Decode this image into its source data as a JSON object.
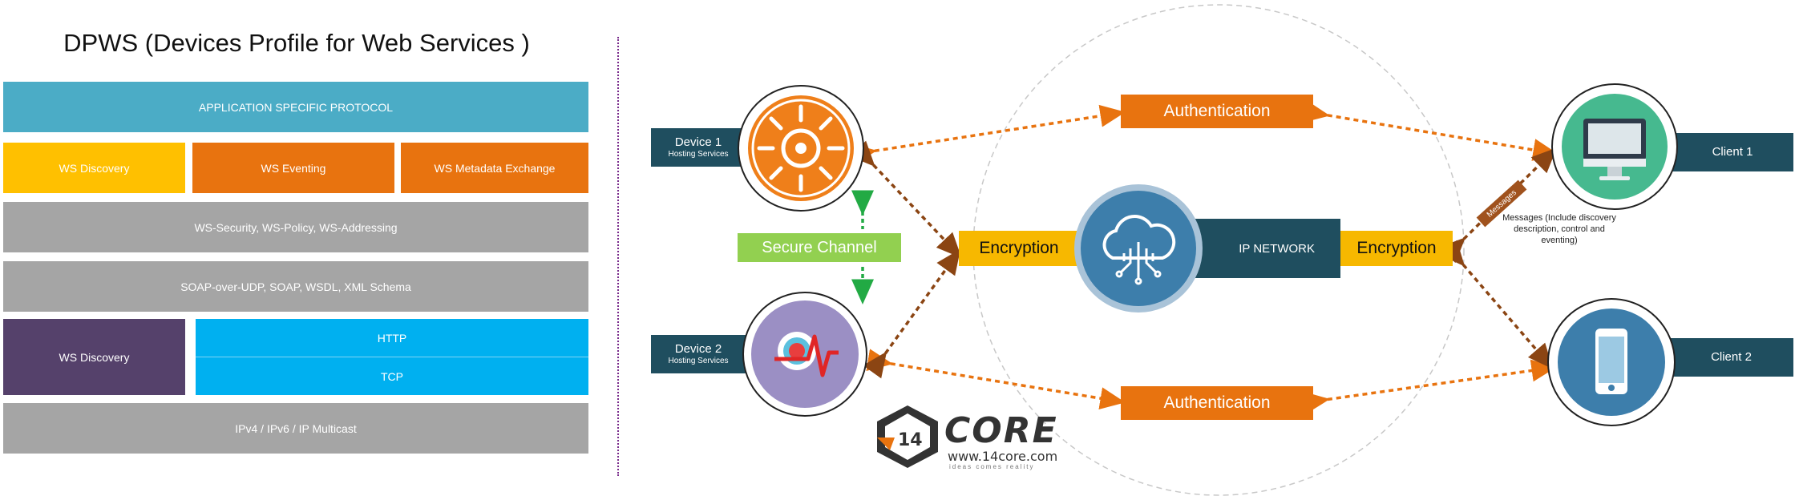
{
  "stack": {
    "title": "DPWS (Devices Profile for Web Services )",
    "rows": {
      "app": "APPLICATION SPECIFIC PROTOCOL",
      "ws_discovery": "WS Discovery",
      "ws_eventing": "WS Eventing",
      "ws_metadata": "WS Metadata Exchange",
      "security": "WS-Security, WS-Policy, WS-Addressing",
      "soap": "SOAP-over-UDP, SOAP, WSDL, XML Schema",
      "ws_discovery_low": "WS Discovery",
      "http": "HTTP",
      "tcp": "TCP",
      "ip": "IPv4 / IPv6 / IP Multicast"
    },
    "colors": {
      "app": "#4bacc6",
      "discovery": "#ffc000",
      "eventing": "#e8730f",
      "gray": "#a5a5a5",
      "purple": "#55416b",
      "blue": "#00b0f0"
    }
  },
  "network": {
    "device1": {
      "label": "Device 1",
      "sub": "Hosting Services"
    },
    "device2": {
      "label": "Device 2",
      "sub": "Hosting Services"
    },
    "client1": "Client 1",
    "client2": "Client 2",
    "auth_top": "Authentication",
    "auth_bottom": "Authentication",
    "encryption_left": "Encryption",
    "encryption_right": "Encryption",
    "ip_network": "IP NETWORK",
    "secure_channel": "Secure Channel",
    "messages_tag": "Messages",
    "messages_note": "Messages (Include discovery description, control and eventing)"
  },
  "logo": {
    "name": "CORE",
    "mark": "14",
    "url": "www.14core.com",
    "tagline": "ideas comes reality"
  }
}
